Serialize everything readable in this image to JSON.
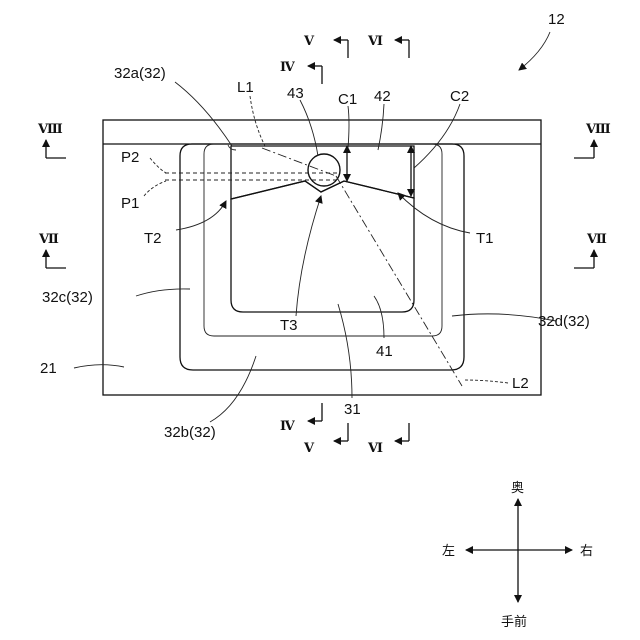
{
  "figure_number": "12",
  "labels": {
    "l32a": "32a(32)",
    "l32b": "32b(32)",
    "l32c": "32c(32)",
    "l32d": "32d(32)",
    "l21": "21",
    "l31": "31",
    "l41": "41",
    "l42": "42",
    "l43": "43",
    "lL1": "L1",
    "lL2": "L2",
    "lC1": "C1",
    "lC2": "C2",
    "lP1": "P1",
    "lP2": "P2",
    "lT1": "T1",
    "lT2": "T2",
    "lT3": "T3"
  },
  "section_marks": {
    "iv": "Ⅳ",
    "v": "Ⅴ",
    "vi": "Ⅵ",
    "vii": "Ⅶ",
    "viii": "Ⅷ"
  },
  "directions": {
    "back": "奥",
    "front": "手前",
    "left": "左",
    "right": "右"
  }
}
